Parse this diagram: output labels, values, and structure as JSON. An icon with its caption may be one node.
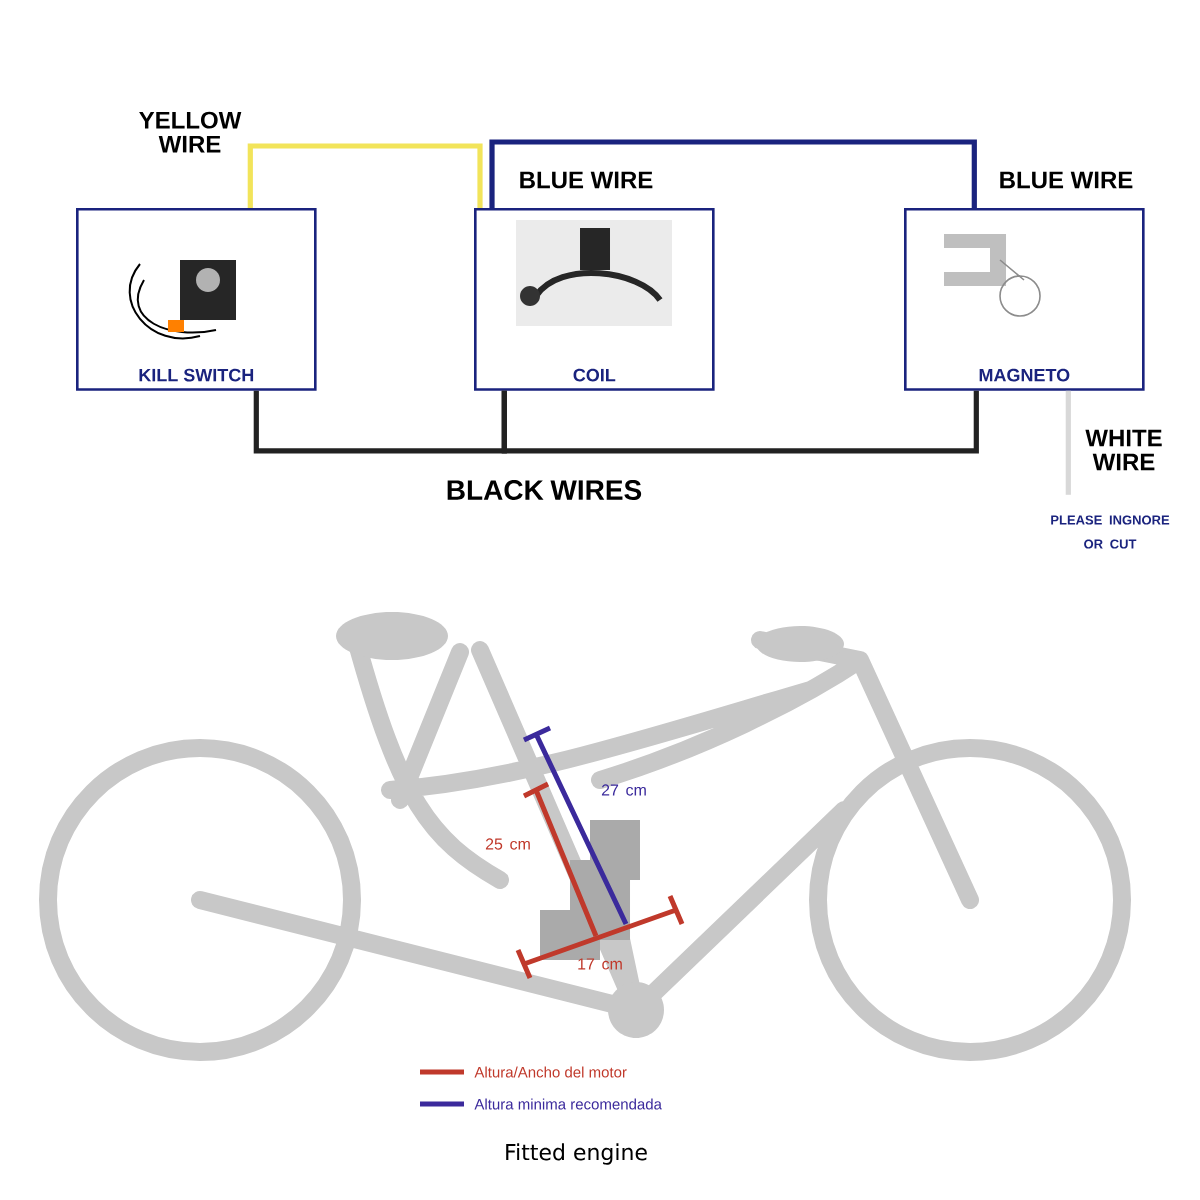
{
  "diagram": {
    "caption": "Fitted engine",
    "nodes": [
      {
        "text": [
          "KILL SWITCH"
        ]
      },
      {
        "text": [
          "COIL"
        ]
      },
      {
        "text": [
          "MAGNETO"
        ]
      }
    ],
    "edges": [
      {
        "from": 0,
        "to": 1,
        "arrow": "none",
        "color": "#f2e45a"
      },
      {
        "from": 1,
        "to": 2,
        "arrow": "none",
        "color": "#1a237e"
      },
      {
        "from": 0,
        "to": 1,
        "arrow": "none"
      },
      {
        "from": 1,
        "to": 2,
        "arrow": "none"
      },
      {
        "from": 2,
        "to": null,
        "arrow": "none",
        "color": "#d8d8d8"
      }
    ],
    "labels": [
      "YELLOW WIRE",
      "BLUE WIRE",
      "BLUE WIRE",
      "BLACK WIRES",
      "WHITE WIRE",
      "PLEASE INGNORE OR CUT",
      "27 cm",
      "25 cm",
      "17 cm"
    ],
    "legend": [
      {
        "text": "Altura/Ancho del motor",
        "color": "#c0392b"
      },
      {
        "text": "Altura minima recomendada",
        "color": "#3b2a9c"
      }
    ]
  }
}
